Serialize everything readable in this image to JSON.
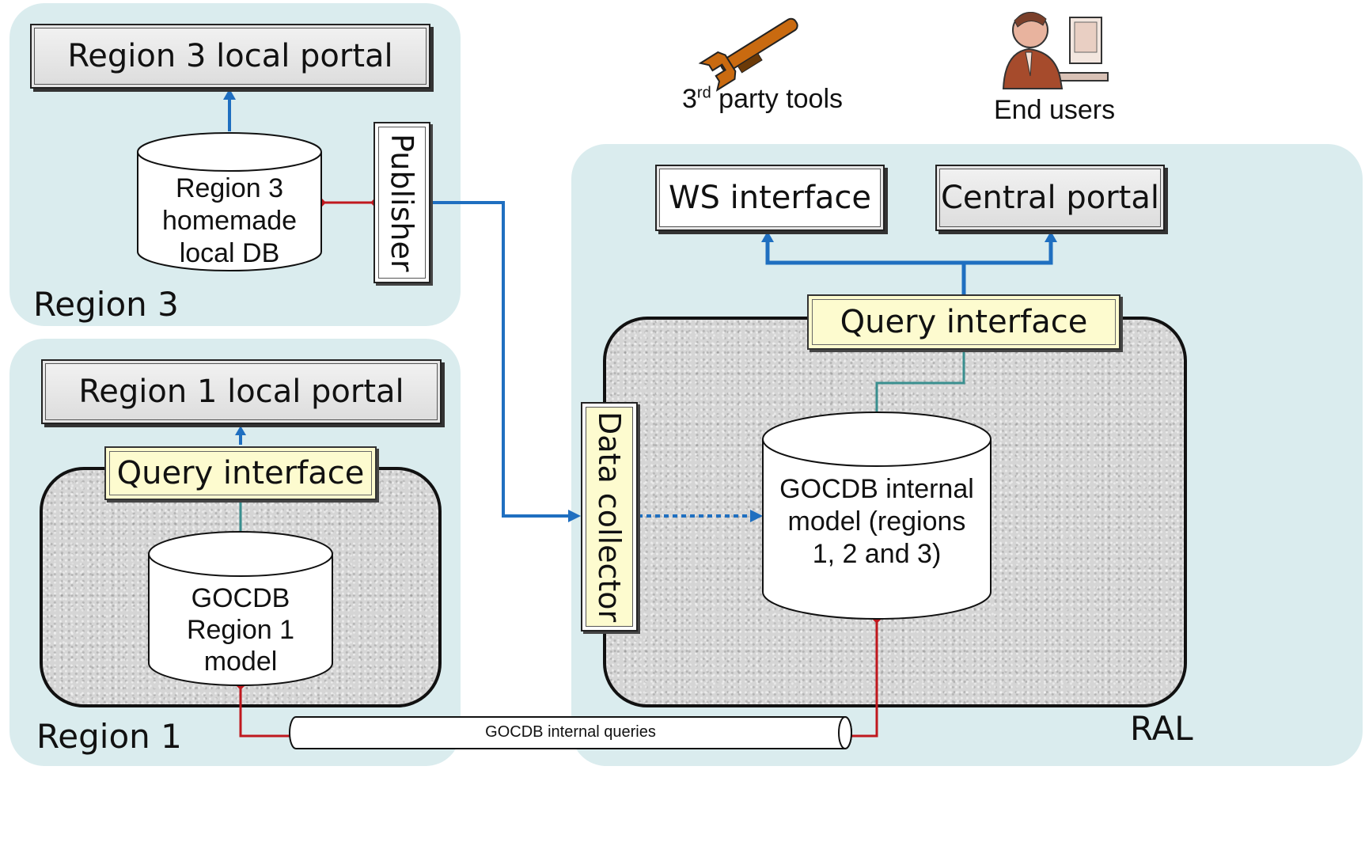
{
  "regions": {
    "region3": {
      "label": "Region 3"
    },
    "region1": {
      "label": "Region 1"
    },
    "ral": {
      "label": "RAL"
    }
  },
  "region3": {
    "portal": "Region 3 local portal",
    "db_lines": [
      "Region 3",
      "homemade",
      "local DB"
    ],
    "publisher": "Publisher"
  },
  "region1": {
    "portal": "Region 1 local portal",
    "query_interface": "Query interface",
    "db_lines": [
      "GOCDB",
      "Region 1",
      "model"
    ]
  },
  "ral": {
    "ws_interface": "WS interface",
    "central_portal": "Central portal",
    "query_interface": "Query interface",
    "data_collector": "Data collector",
    "db_lines": [
      "GOCDB internal",
      "model (regions",
      "1, 2 and 3)"
    ]
  },
  "tools": {
    "third_party_base": "3",
    "third_party_sup": "rd",
    "third_party_rest": " party tools",
    "end_users": "End users"
  },
  "pipe": {
    "label": "GOCDB internal queries"
  },
  "colors": {
    "region_bg": "#daecee",
    "arrow_blue": "#1f6fc0",
    "connector_red": "#c0181e",
    "connector_teal": "#3a8f8f",
    "query_yellow": "#fdfbcf"
  }
}
